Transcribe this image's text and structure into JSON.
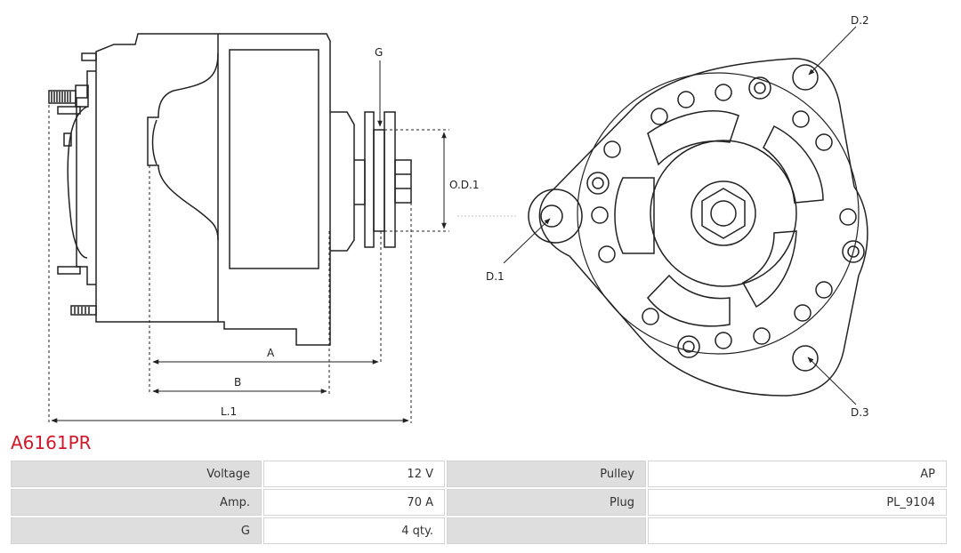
{
  "drawing": {
    "labels": {
      "g": "G",
      "od1": "O.D.1",
      "a": "A",
      "b": "B",
      "l1": "L.1",
      "d1": "D.1",
      "d2": "D.2",
      "d3": "D.3"
    }
  },
  "product": {
    "part_number": "A6161PR",
    "accent_color": "#d0172b"
  },
  "specs": {
    "rows": [
      {
        "label1": "Voltage",
        "value1": "12 V",
        "label2": "Pulley",
        "value2": "AP"
      },
      {
        "label1": "Amp.",
        "value1": "70 A",
        "label2": "Plug",
        "value2": "PL_9104"
      },
      {
        "label1": "G",
        "value1": "4 qty.",
        "label2": "",
        "value2": ""
      }
    ]
  }
}
